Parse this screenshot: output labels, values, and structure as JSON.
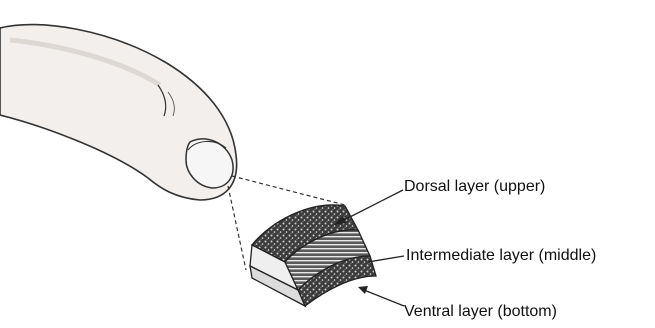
{
  "labels": {
    "dorsal": "Dorsal layer (upper)",
    "intermediate": "Intermediate layer (middle)",
    "ventral": "Ventral layer (bottom)"
  },
  "colors": {
    "skin": "#f2efec",
    "skin_shadow": "#d9d3cf",
    "outline": "#333333",
    "nail": "#f6f6f6",
    "layer_dark": "#4a4a4a",
    "layer_light": "#e8e8e8"
  }
}
